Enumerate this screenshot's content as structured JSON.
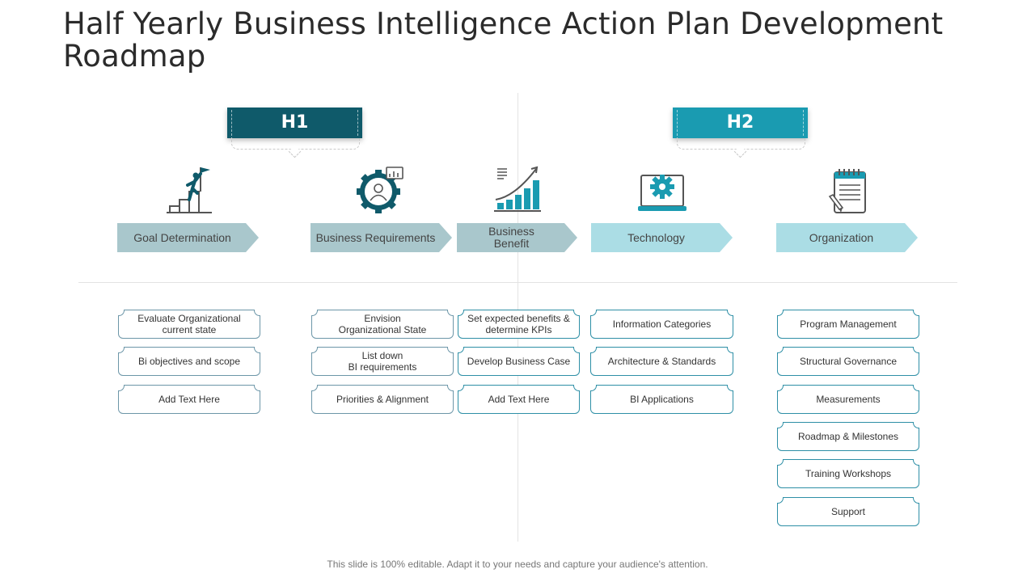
{
  "title": "Half Yearly Business Intelligence Action Plan Development Roadmap",
  "halves": [
    {
      "label": "H1",
      "color": "#0f5a6a"
    },
    {
      "label": "H2",
      "color": "#1a9bb1"
    }
  ],
  "stages": [
    {
      "label": "Goal Determination",
      "icon": "climb-flag-icon",
      "color": "#a9c7cc"
    },
    {
      "label": "Business Requirements",
      "icon": "gear-person-icon",
      "color": "#a9c7cc"
    },
    {
      "label": "Business\nBenefit",
      "icon": "growth-chart-icon",
      "color": "#abdde5"
    },
    {
      "label": "Technology",
      "icon": "laptop-gear-icon",
      "color": "#abdde5"
    },
    {
      "label": "Organization",
      "icon": "notepad-icon",
      "color": "#abdde5"
    }
  ],
  "tasks": [
    [
      "Evaluate Organizational\ncurrent state",
      "Bi objectives and scope",
      "Add Text Here"
    ],
    [
      "Envision\nOrganizational State",
      "List down\nBI requirements",
      "Priorities & Alignment"
    ],
    [
      "Set expected benefits &\ndetermine KPIs",
      "Develop Business Case",
      "Add Text Here"
    ],
    [
      "Information Categories",
      "Architecture & Standards",
      "BI Applications"
    ],
    [
      "Program Management",
      "Structural Governance",
      "Measurements",
      "Roadmap & Milestones",
      "Training Workshops",
      "Support"
    ]
  ],
  "footer": "This slide is 100% editable. Adapt it to your needs and capture your audience's attention."
}
